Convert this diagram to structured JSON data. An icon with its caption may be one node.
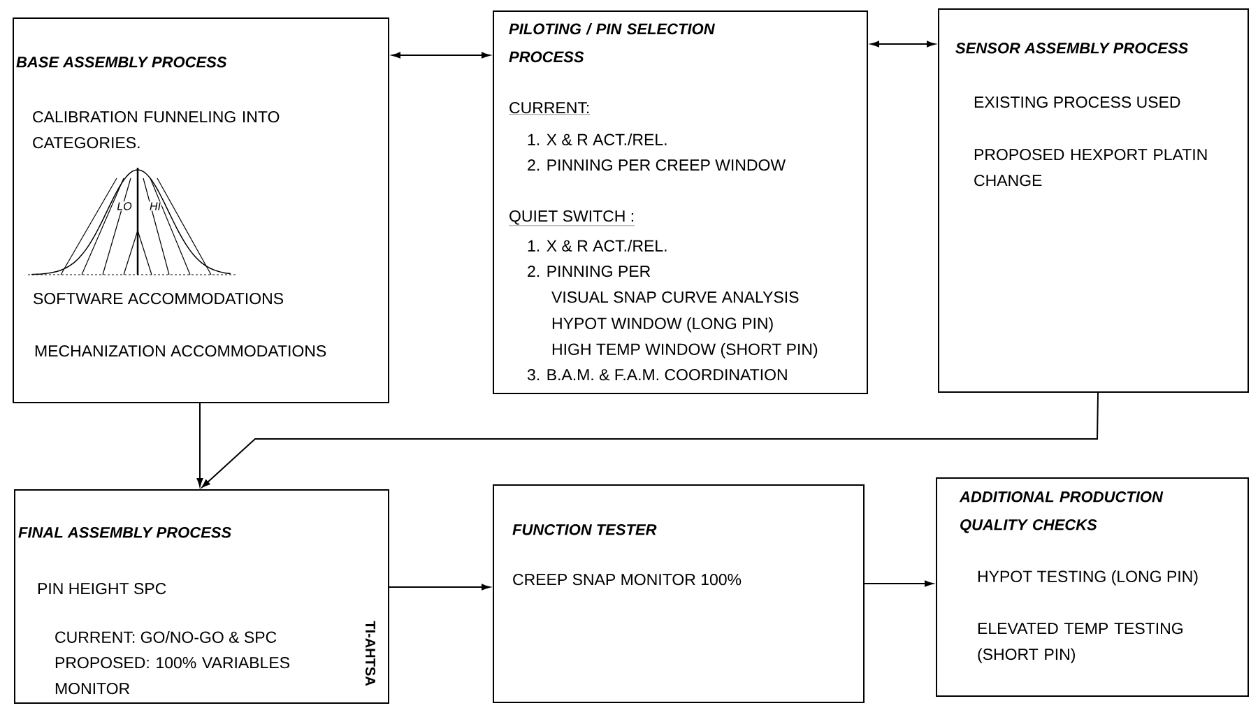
{
  "diagram": {
    "nodes": [
      {
        "text": [
          "BASE ASSEMBLY PROCESS",
          "CALIBRATION FUNNELING INTO CATEGORIES.",
          "SOFTWARE ACCOMMODATIONS",
          "MECHANIZATION ACCOMMODATIONS"
        ]
      },
      {
        "text": [
          "PILOTING / PIN SELECTION PROCESS",
          "CURRENT:",
          "1. X & R ACT./REL.",
          "2. PINNING PER CREEP WINDOW",
          "QUIET SWITCH :",
          "1. X & R ACT./REL.",
          "2. PINNING PER",
          "VISUAL SNAP CURVE ANALYSIS",
          "HYPOT WINDOW (LONG PIN)",
          "HIGH TEMP WINDOW (SHORT PIN)",
          "3. B.A.M. & F.A.M. COORDINATION"
        ]
      },
      {
        "text": [
          "SENSOR ASSEMBLY PROCESS",
          "EXISTING PROCESS USED",
          "PROPOSED HEXPORT PLATIN CHANGE"
        ]
      },
      {
        "text": [
          "FINAL ASSEMBLY PROCESS",
          "PIN HEIGHT SPC",
          "CURRENT: GO/NO-GO & SPC",
          "PROPOSED: 100% VARIABLES MONITOR"
        ]
      },
      {
        "text": [
          "FUNCTION TESTER",
          "CREEP SNAP MONITOR 100%"
        ]
      },
      {
        "text": [
          "ADDITIONAL PRODUCTION QUALITY CHECKS",
          "HYPOT TESTING (LONG PIN)",
          "ELEVATED TEMP TESTING (SHORT PIN)"
        ]
      }
    ],
    "edges": [
      {
        "from": 0,
        "to": 1,
        "arrow": "both"
      },
      {
        "from": 1,
        "to": 2,
        "arrow": "both"
      },
      {
        "from": 0,
        "to": 3,
        "arrow": "to"
      },
      {
        "from": 2,
        "to": 3,
        "arrow": "to"
      },
      {
        "from": 3,
        "to": 4,
        "arrow": "to"
      },
      {
        "from": 4,
        "to": 5,
        "arrow": "to"
      }
    ],
    "labels": [
      "LO",
      "HI",
      "TI-AHTSA"
    ]
  }
}
